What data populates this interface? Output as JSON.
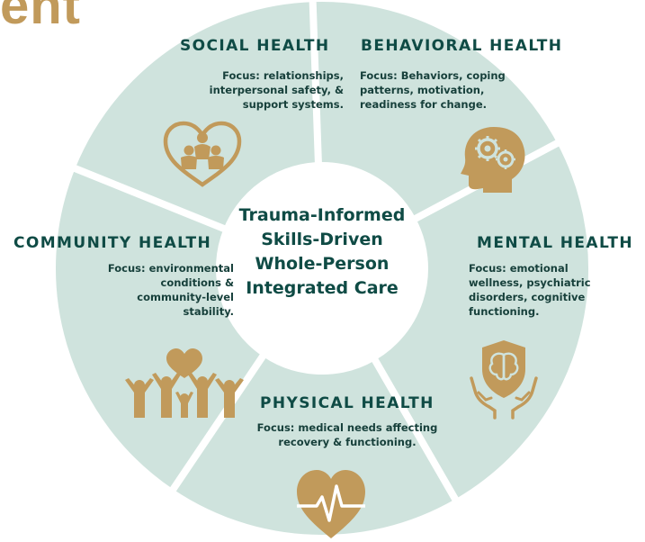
{
  "partial_title": "ent",
  "center": {
    "line1": "Trauma-Informed",
    "line2": "Skills-Driven",
    "line3": "Whole-Person",
    "line4": "Integrated Care"
  },
  "segments": {
    "social": {
      "title": "SOCIAL HEALTH",
      "focus": [
        "Focus: relationships,",
        "interpersonal safety, &",
        "support systems."
      ],
      "icon": "family-heart-icon"
    },
    "behavioral": {
      "title": "BEHAVIORAL HEALTH",
      "focus": [
        "Focus: Behaviors, coping",
        "patterns, motivation,",
        "readiness for change."
      ],
      "icon": "head-gears-icon"
    },
    "mental": {
      "title": "MENTAL HEALTH",
      "focus": [
        "Focus: emotional",
        "wellness, psychiatric",
        "disorders, cognitive",
        "functioning."
      ],
      "icon": "brain-hands-icon"
    },
    "physical": {
      "title": "PHYSICAL HEALTH",
      "focus": [
        "Focus: medical needs affecting",
        "recovery & functioning."
      ],
      "icon": "heart-pulse-icon"
    },
    "community": {
      "title": "COMMUNITY HEALTH",
      "focus": [
        "Focus: environmental",
        "conditions &",
        "community-level",
        "stability."
      ],
      "icon": "community-people-icon"
    }
  },
  "colors": {
    "segment_fill": "#cfe3dd",
    "accent_gold": "#c19a5b",
    "title_teal": "#0f4b45",
    "body_text": "#17403b",
    "gap": "#ffffff"
  }
}
